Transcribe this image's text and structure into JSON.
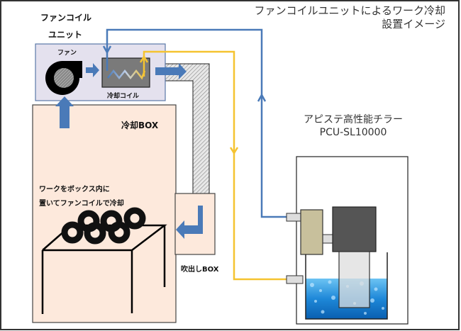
{
  "diagram": {
    "title_line1": "ファンコイルユニットによるワーク冷却",
    "title_line2": "設置イメージ",
    "fan_coil_unit_label_line1": "ファンコイル",
    "fan_coil_unit_label_line2": "ユニット",
    "fan_label": "ファン",
    "cooling_coil_label": "冷却コイル",
    "cooling_box_label": "冷却BOX",
    "work_instruction_line1": "ワークをボックス内に",
    "work_instruction_line2": "置いてファンコイルで冷却",
    "blowout_box_label": "吹出しBOX",
    "chiller_name_line1": "アピステ高性能チラー",
    "chiller_name_line2": "PCU-SL10000",
    "work_piece_count": 6
  },
  "colors": {
    "supply_line": "#4a7ab8",
    "return_line": "#f5c330",
    "fan_coil_unit_fill": "#e4e1ee",
    "cooling_box_fill": "#fde9dc",
    "coil_fill": "#7a7a7a",
    "arrow_blue": "#4a7ab8",
    "heat_exchanger_fill": "#c8c09c",
    "pump_fill": "#555555",
    "water": "#1e88d8"
  }
}
